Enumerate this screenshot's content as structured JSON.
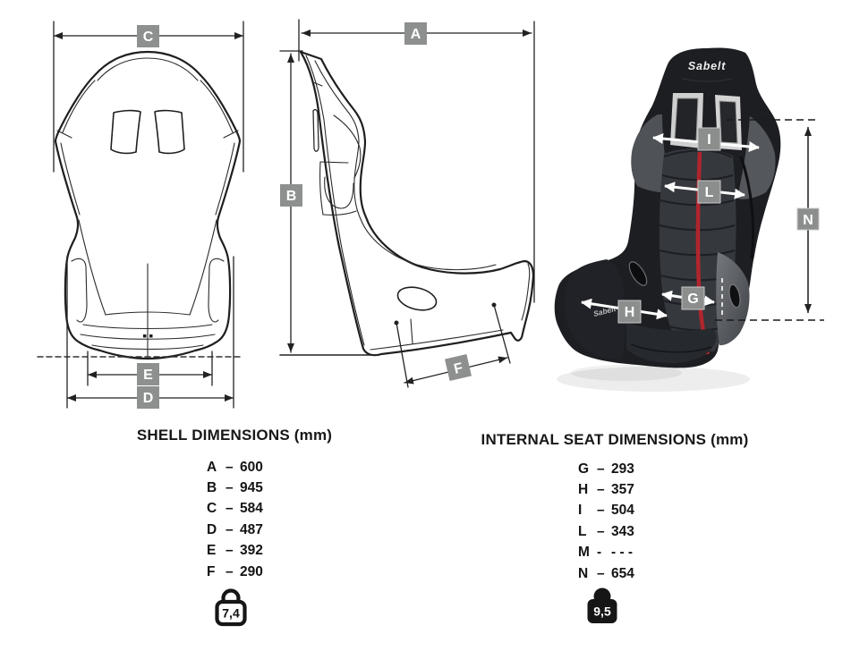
{
  "brand": "Sabelt",
  "shell": {
    "heading": "SHELL DIMENSIONS (mm)",
    "rows": [
      {
        "letter": "A",
        "sep": "–",
        "value": "600"
      },
      {
        "letter": "B",
        "sep": "–",
        "value": "945"
      },
      {
        "letter": "C",
        "sep": "–",
        "value": "584"
      },
      {
        "letter": "D",
        "sep": "–",
        "value": "487"
      },
      {
        "letter": "E",
        "sep": "–",
        "value": "392"
      },
      {
        "letter": "F",
        "sep": "–",
        "value": "290"
      }
    ],
    "weight": "7,4"
  },
  "internal": {
    "heading": "INTERNAL SEAT DIMENSIONS (mm)",
    "rows": [
      {
        "letter": "G",
        "sep": "–",
        "value": "293"
      },
      {
        "letter": "H",
        "sep": "–",
        "value": "357"
      },
      {
        "letter": "I",
        "sep": "–",
        "value": "504"
      },
      {
        "letter": "L",
        "sep": "–",
        "value": "343"
      },
      {
        "letter": "M",
        "sep": "-",
        "value": "- - -"
      },
      {
        "letter": "N",
        "sep": "–",
        "value": "654"
      }
    ],
    "weight": "9,5"
  },
  "colors": {
    "label_bg": "#8e9090",
    "label_text": "#ffffff",
    "line": "#222222",
    "red_stripe": "#b0252d",
    "seat_black": "#1c1e22",
    "patch_gray": "#53565b"
  }
}
